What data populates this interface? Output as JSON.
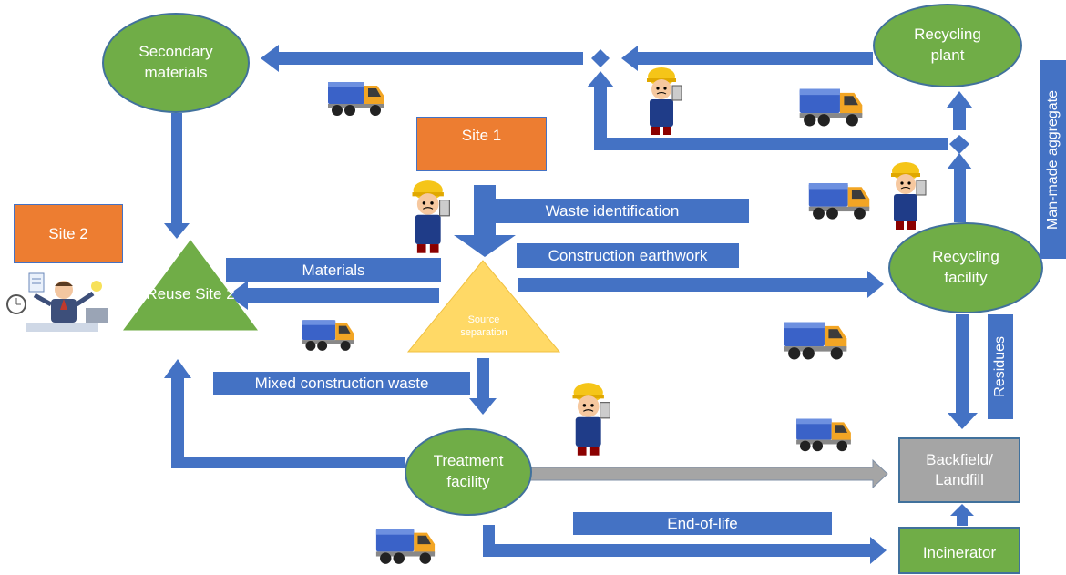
{
  "nodes": {
    "secondary_materials": "Secondary materials",
    "recycling_plant": "Recycling plant",
    "site1": "Site 1",
    "site2": "Site 2",
    "reuse_site2": "Reuse Site 2",
    "source_separation": "Source separation",
    "recycling_facility": "Recycling facility",
    "treatment_facility": "Treatment facility",
    "backfield_landfill": "Backfield/ Landfill",
    "incinerator": "Incinerator"
  },
  "labels": {
    "waste_identification": "Waste identification",
    "construction_earthwork": "Construction earthwork",
    "materials": "Materials",
    "mixed_construction_waste": "Mixed construction waste",
    "end_of_life": "End-of-life",
    "residues": "Residues",
    "man_made_aggregate": "Man-made aggregate"
  },
  "icons": {
    "truck": "dump-truck-icon",
    "worker": "construction-worker-icon",
    "manager": "busy-manager-icon"
  },
  "colors": {
    "arrow": "#4472c4",
    "node_green": "#70ad47",
    "site_orange": "#ed7d31",
    "triangle_yellow": "#ffd966",
    "landfill_gray": "#a5a5a5",
    "gray_arrow": "#a5a5a5"
  }
}
